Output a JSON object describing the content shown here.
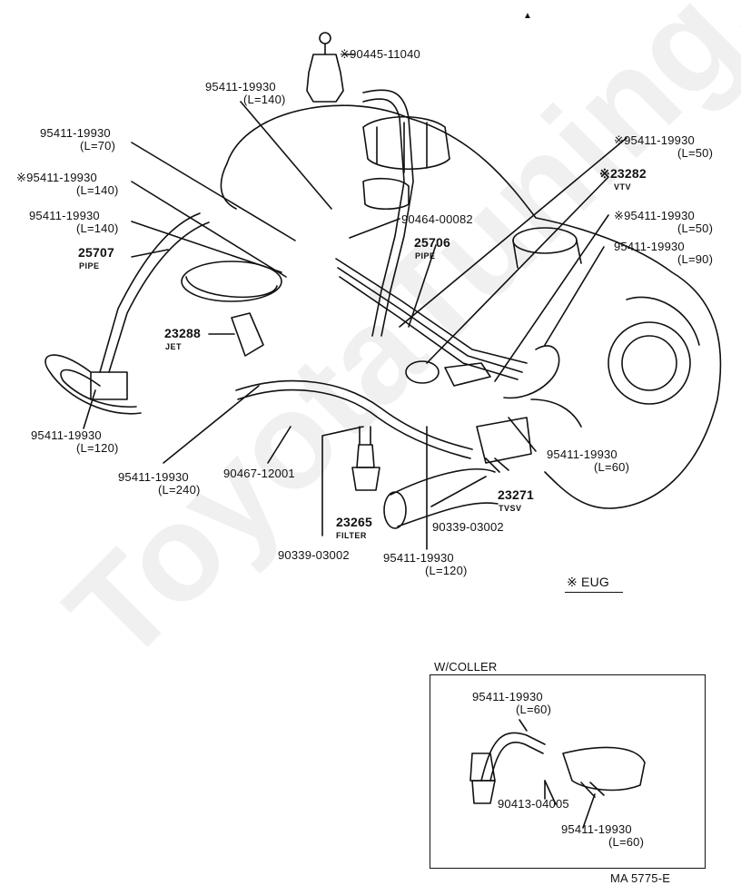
{
  "watermark": "ToyotaTuning.ru",
  "labels": {
    "p90445": "90445-11040",
    "p95411_140_top": "95411-19930",
    "p95411_140_top_len": "(L=140)",
    "p95411_70": "95411-19930",
    "p95411_70_len": "(L=70)",
    "p95411_140_mid": "95411-19930",
    "p95411_140_mid_len": "(L=140)",
    "p95411_140_low": "95411-19930",
    "p95411_140_low_len": "(L=140)",
    "p25707": "25707",
    "p25707_sub": "PIPE",
    "p23288": "23288",
    "p23288_sub": "JET",
    "p95411_120_left": "95411-19930",
    "p95411_120_left_len": "(L=120)",
    "p95411_240": "95411-19930",
    "p95411_240_len": "(L=240)",
    "p90467": "90467-12001",
    "p23265": "23265",
    "p23265_sub": "FILTER",
    "p90339_left": "90339-03002",
    "p95411_120_bottom": "95411-19930",
    "p95411_120_bottom_len": "(L=120)",
    "p90339_right": "90339-03002",
    "p23271": "23271",
    "p23271_sub": "TVSV",
    "p95411_60_right": "95411-19930",
    "p95411_60_right_len": "(L=60)",
    "p90464": "90464-00082",
    "p25706": "25706",
    "p25706_sub": "PIPE",
    "p95411_50_top": "95411-19930",
    "p95411_50_top_len": "(L=50)",
    "p23282": "23282",
    "p23282_sub": "VTV",
    "p95411_50_mid": "95411-19930",
    "p95411_50_mid_len": "(L=50)",
    "p95411_90": "95411-19930",
    "p95411_90_len": "(L=90)",
    "eug": "EUG",
    "inset_title": "W/COLLER",
    "inset_95411_60_top": "95411-19930",
    "inset_95411_60_top_len": "(L=60)",
    "inset_90413": "90413-04005",
    "inset_95411_60_bottom": "95411-19930",
    "inset_95411_60_bottom_len": "(L=60)",
    "ref": "MA 5775-E"
  },
  "marks": {
    "asterisk": "※"
  }
}
